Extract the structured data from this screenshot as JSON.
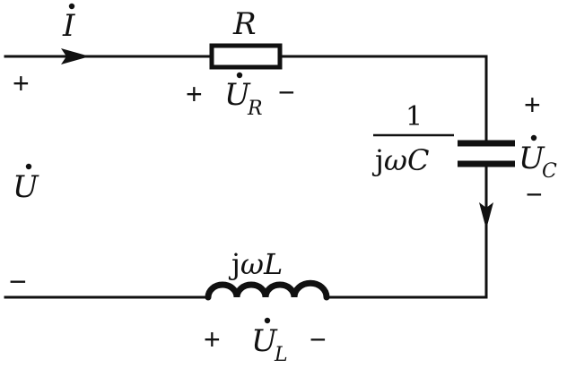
{
  "current": {
    "symbol": "I"
  },
  "resistor": {
    "label": "R",
    "voltage": {
      "symbol": "U",
      "subscript": "R",
      "plus": "+",
      "minus": "−"
    }
  },
  "source": {
    "voltage": {
      "symbol": "U",
      "plus": "+",
      "minus": "−"
    }
  },
  "capacitor": {
    "numerator": "1",
    "denominator_j": "j",
    "denominator_omega": "ω",
    "denominator_c": "C",
    "voltage": {
      "symbol": "U",
      "subscript": "C",
      "plus": "+",
      "minus": "−"
    }
  },
  "inductor": {
    "label_j": "j",
    "label_omega": "ω",
    "label_l": "L",
    "voltage": {
      "symbol": "U",
      "subscript": "L",
      "plus": "+",
      "minus": "−"
    }
  }
}
